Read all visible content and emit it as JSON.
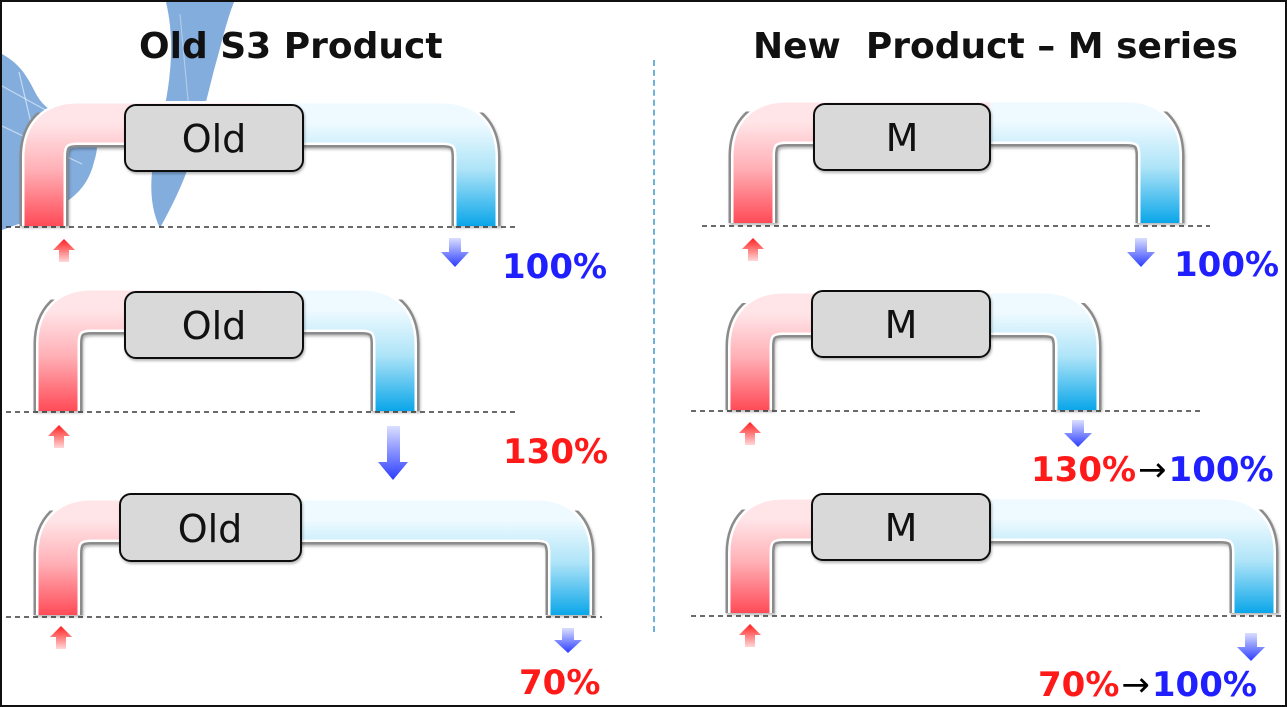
{
  "titles": {
    "left": "Old S3 Product",
    "right": "New  Product – M series"
  },
  "left_column": {
    "box_label": "Old",
    "rows": [
      {
        "id": "left-1",
        "percent": "100%"
      },
      {
        "id": "left-2",
        "percent": "130%"
      },
      {
        "id": "left-3",
        "percent": "70%"
      }
    ]
  },
  "right_column": {
    "box_label": "M",
    "rows": [
      {
        "id": "right-1",
        "percent": "100%"
      },
      {
        "id": "right-2",
        "from_percent": "130%",
        "arrow": "→",
        "to_percent": "100%"
      },
      {
        "id": "right-3",
        "from_percent": "70%",
        "arrow": "→",
        "to_percent": "100%"
      }
    ]
  },
  "colors": {
    "hot_side": "#ff4d4d",
    "cold_side": "#19a9e8",
    "inlet_arrow": "#ff1a1a",
    "outlet_arrow": "#2b3cff",
    "box_fill": "#d9d9d9",
    "percent_red": "#ff1a1a",
    "percent_blue": "#1f1fff"
  }
}
